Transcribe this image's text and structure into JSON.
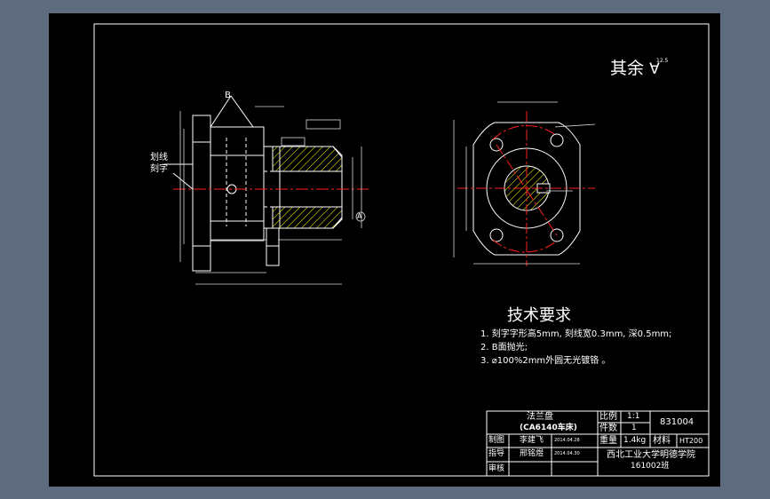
{
  "roughness_note": {
    "label": "其余",
    "value": "12.5"
  },
  "technical_requirements": {
    "title": "技术要求",
    "items": [
      "1. 刻字字形高5mm, 刻线宽0.3mm, 深0.5mm;",
      "2. B面抛光;",
      "3. ⌀100%2mm外圆无光镀铬 。"
    ]
  },
  "callouts": {
    "reference_b": "B",
    "marking_line": "划线",
    "engraving": "刻字",
    "section_a": "A"
  },
  "title_block": {
    "part_name": "法兰盘",
    "machine": "(CA6140车床)",
    "scale_label": "比例",
    "scale_value": "1:1",
    "qty_label": "件数",
    "qty_value": "1",
    "drawing_no": "831004",
    "drawn_label": "制图",
    "drawn_by": "李建飞",
    "drawn_date": "2014.04.28",
    "weight_label": "重量",
    "weight_value": "1.4kg",
    "material_label": "材料",
    "material_value": "HT200",
    "guide_label": "指导",
    "guide_by": "邢铭煜",
    "guide_date": "2014.04.30",
    "review_label": "审核",
    "school": "西北工业大学明德学院",
    "class_name": "161002班"
  },
  "colors": {
    "background": "#5e6a7e",
    "sheet": "#000000",
    "lines": "#ffffff",
    "centerline": "#ff2020",
    "hatch": "#ffff00",
    "dimension": "#dddddd"
  }
}
